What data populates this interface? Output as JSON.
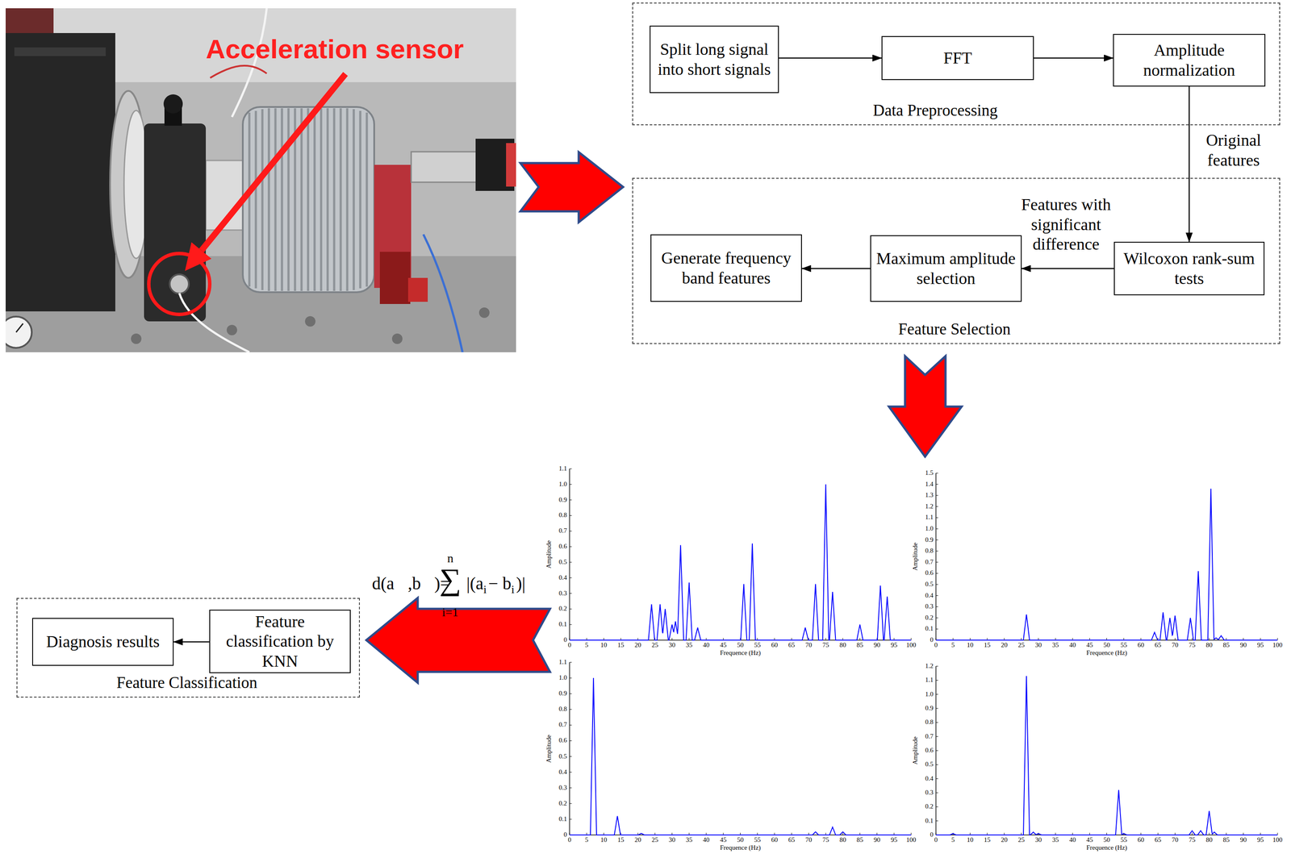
{
  "diagram": {
    "nodes": [
      {
        "text": [
          "Data Preprocessing"
        ]
      },
      {
        "text": [
          "Split long signal into short signals"
        ],
        "in": 0
      },
      {
        "text": [
          "FFT"
        ],
        "in": 0
      },
      {
        "text": [
          "Amplitude normalization"
        ],
        "in": 0
      },
      {
        "text": [
          "Feature Selection"
        ]
      },
      {
        "text": [
          "Wilcoxon rank-sum tests"
        ],
        "in": 4
      },
      {
        "text": [
          "Maximum amplitude selection"
        ],
        "in": 4
      },
      {
        "text": [
          "Generate frequency band features"
        ],
        "in": 4
      },
      {
        "text": [
          "Feature Classification"
        ]
      },
      {
        "text": [
          "Feature classification by KNN"
        ],
        "in": 8
      },
      {
        "text": [
          "Diagnosis results"
        ],
        "in": 8
      }
    ],
    "edges": [
      {
        "from": 1,
        "to": 2,
        "arrow": "to"
      },
      {
        "from": 2,
        "to": 3,
        "arrow": "to"
      },
      {
        "from": 3,
        "to": 5,
        "label": "Original features",
        "arrow": "to"
      },
      {
        "from": 5,
        "to": 6,
        "label": "Features with significant difference",
        "arrow": "to"
      },
      {
        "from": 6,
        "to": 7,
        "arrow": "to"
      },
      {
        "from": 9,
        "to": 10,
        "arrow": "to"
      }
    ],
    "labels": [
      "Acceleration sensor",
      "d(a⃗,b⃗)=",
      "∑",
      "n",
      "i=1",
      "|(a",
      "i",
      "− b",
      "i",
      ")|",
      "0",
      "0.1",
      "0.2",
      "0.3",
      "0.4",
      "0.5",
      "0.6",
      "0.7",
      "0.8",
      "0.9",
      "1.0",
      "1.1",
      "0",
      "5",
      "10",
      "15",
      "20",
      "25",
      "30",
      "35",
      "40",
      "45",
      "50",
      "55",
      "60",
      "65",
      "70",
      "75",
      "80",
      "85",
      "90",
      "95",
      "100",
      "Amplitude",
      "Frequence (Hz)",
      "0",
      "0.1",
      "0.2",
      "0.3",
      "0.4",
      "0.5",
      "0.6",
      "0.7",
      "0.8",
      "0.9",
      "1.0",
      "1.1",
      "1.2",
      "1.3",
      "1.4",
      "1.5",
      "0",
      "5",
      "10",
      "15",
      "20",
      "25",
      "30",
      "35",
      "40",
      "45",
      "50",
      "55",
      "60",
      "65",
      "70",
      "75",
      "80",
      "85",
      "90",
      "95",
      "100",
      "Amplitude",
      "Frequence (Hz)",
      "0",
      "0.1",
      "0.2",
      "0.3",
      "0.4",
      "0.5",
      "0.6",
      "0.7",
      "0.8",
      "0.9",
      "1.0",
      "1.1",
      "0",
      "5",
      "10",
      "15",
      "20",
      "25",
      "30",
      "35",
      "40",
      "45",
      "50",
      "55",
      "60",
      "65",
      "70",
      "75",
      "80",
      "85",
      "90",
      "95",
      "100",
      "Amplitude",
      "Frequence (Hz)",
      "0",
      "0.1",
      "0.2",
      "0.3",
      "0.4",
      "0.5",
      "0.6",
      "0.7",
      "0.8",
      "0.9",
      "1.0",
      "1.1",
      "1.2",
      "0",
      "5",
      "10",
      "15",
      "20",
      "25",
      "30",
      "35",
      "40",
      "45",
      "50",
      "55",
      "60",
      "65",
      "70",
      "75",
      "80",
      "85",
      "90",
      "95",
      "100",
      "Amplitude",
      "Frequence (Hz)"
    ]
  }
}
